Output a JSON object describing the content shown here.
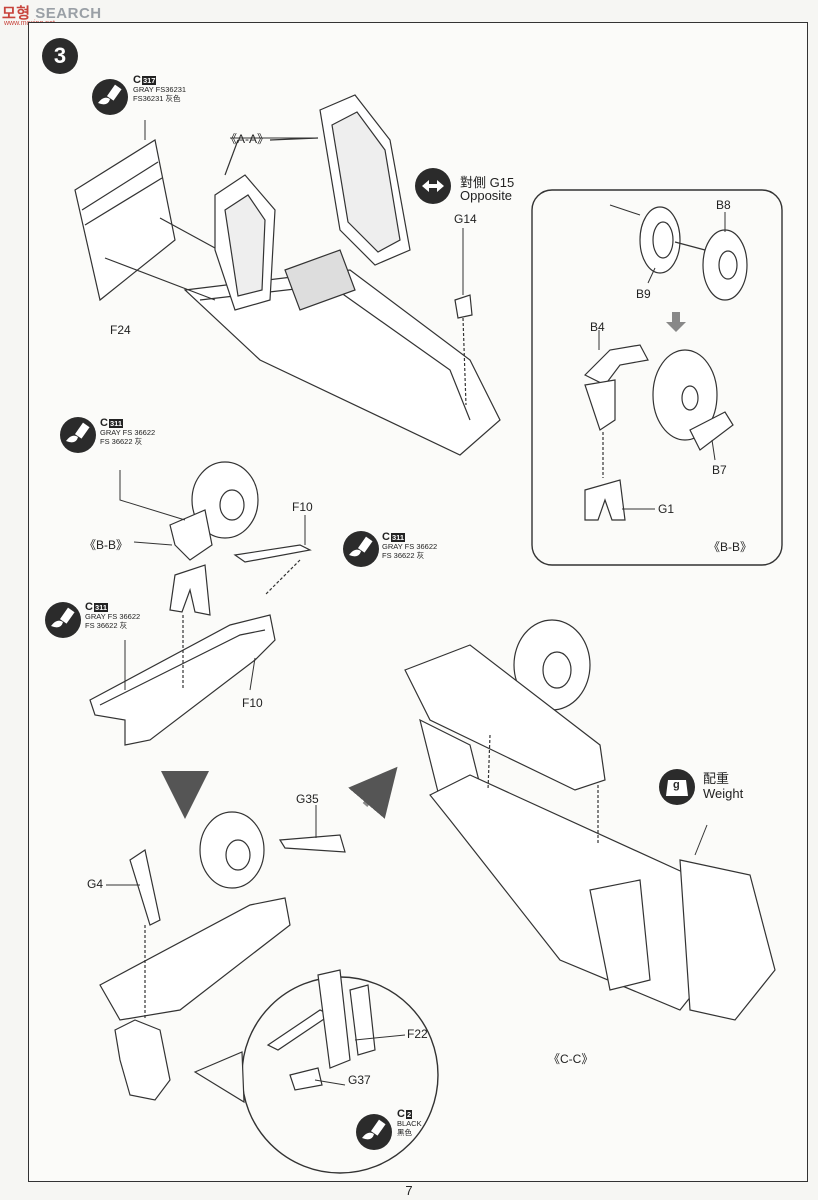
{
  "watermark": {
    "brand_a": "모형",
    "brand_b": "SEARCH",
    "sub": "www.moxing.net"
  },
  "step_number": "3",
  "paint_callouts": {
    "c317": {
      "code": "C",
      "num": "317",
      "line1": "GRAY FS36231",
      "line2": "FS36231 灰色"
    },
    "c311_wheel": {
      "code": "C",
      "num": "311",
      "line1": "GRAY FS 36622",
      "line2": "FS 36622 灰"
    },
    "c311_strut": {
      "code": "C",
      "num": "311",
      "line1": "GRAY FS 36622",
      "line2": "FS 36622 灰"
    },
    "c311_bay": {
      "code": "C",
      "num": "311",
      "line1": "GRAY FS 36622",
      "line2": "FS 36622 灰"
    },
    "c2": {
      "code": "C",
      "num": "2",
      "line1": "BLACK",
      "line2": "黑色"
    }
  },
  "labels": {
    "aa": "《A-A》",
    "opposite_cn": "對側 G15",
    "opposite_en": "Opposite",
    "g14": "G14",
    "f24": "F24",
    "b8": "B8",
    "b9": "B9",
    "b4": "B4",
    "b7": "B7",
    "g1": "G1",
    "bb_detail": "《B-B》",
    "bb": "《B-B》",
    "f10_top": "F10",
    "f10_bottom": "F10",
    "g35": "G35",
    "g4": "G4",
    "f22": "F22",
    "g37": "G37",
    "weight_cn": "配重",
    "weight_en": "Weight",
    "weight_icon": "g",
    "cc": "《C-C》"
  },
  "icons": [
    "paint-brush-icon",
    "double-arrow-icon",
    "weight-icon",
    "down-arrow-icon"
  ],
  "page_number": "7"
}
